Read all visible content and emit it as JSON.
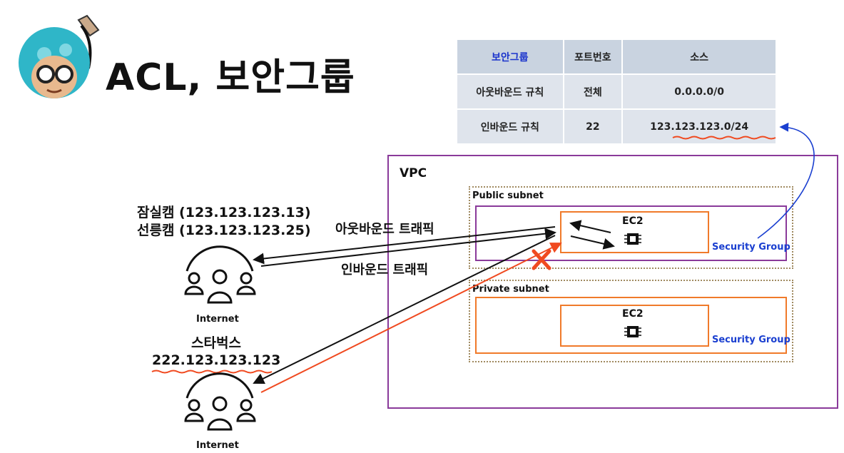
{
  "title": "ACL, 보안그룹",
  "table": {
    "headers": [
      "보안그룹",
      "포트번호",
      "소스"
    ],
    "rows": [
      [
        "아웃바운드 규칙",
        "전체",
        "0.0.0.0/0"
      ],
      [
        "인바운드 규칙",
        "22",
        "123.123.123.0/24"
      ]
    ]
  },
  "vpc": {
    "label": "VPC",
    "public_subnet": {
      "label": "Public subnet",
      "instance": "EC2",
      "security_group": "Security Group"
    },
    "private_subnet": {
      "label": "Private subnet",
      "instance": "EC2",
      "security_group": "Security Group"
    }
  },
  "clients": {
    "top": {
      "lines": [
        "잠실캠 (123.123.123.13)",
        "선릉캠 (123.123.123.25)"
      ],
      "label": "Internet"
    },
    "bottom": {
      "lines": [
        "스타벅스",
        "222.123.123.123"
      ],
      "label": "Internet"
    }
  },
  "traffic": {
    "outbound": "아웃바운드 트래픽",
    "inbound": "인바운드 트래픽"
  },
  "colors": {
    "vpc_border": "#8a3a9a",
    "subnet_border": "#f07a2a",
    "blocked": "#f04a20",
    "link_blue": "#1a3fd0"
  }
}
